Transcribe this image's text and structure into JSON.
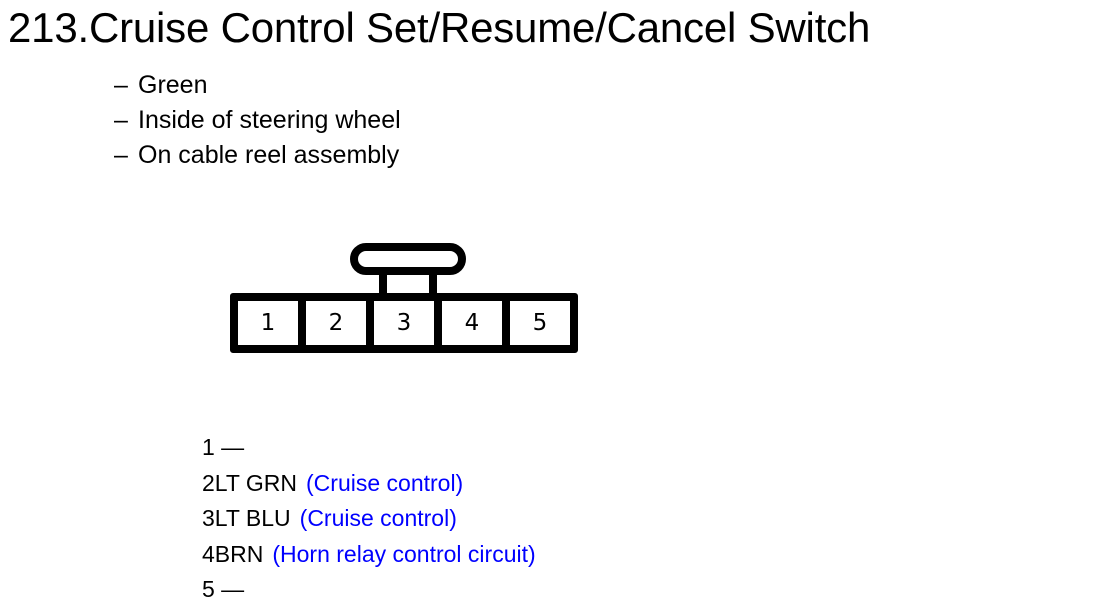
{
  "title": "213.Cruise Control Set/Resume/Cancel Switch",
  "attributes": {
    "dash": "–",
    "items": [
      {
        "text": "Green"
      },
      {
        "text": "Inside of steering wheel"
      },
      {
        "text": "On cable reel assembly"
      }
    ]
  },
  "connector": {
    "cavities": [
      {
        "number": "1"
      },
      {
        "number": "2"
      },
      {
        "number": "3"
      },
      {
        "number": "4"
      },
      {
        "number": "5"
      }
    ]
  },
  "pins": [
    {
      "number": "1",
      "wire": " —",
      "description": ""
    },
    {
      "number": "2",
      "wire": "LT GRN",
      "description": "(Cruise control)"
    },
    {
      "number": "3",
      "wire": "LT BLU",
      "description": "(Cruise control)"
    },
    {
      "number": "4",
      "wire": "BRN",
      "description": "(Horn relay control circuit)"
    },
    {
      "number": "5",
      "wire": " —",
      "description": ""
    }
  ],
  "colors": {
    "text": "#000000",
    "circuit_description": "#0000ff",
    "background": "#ffffff"
  }
}
